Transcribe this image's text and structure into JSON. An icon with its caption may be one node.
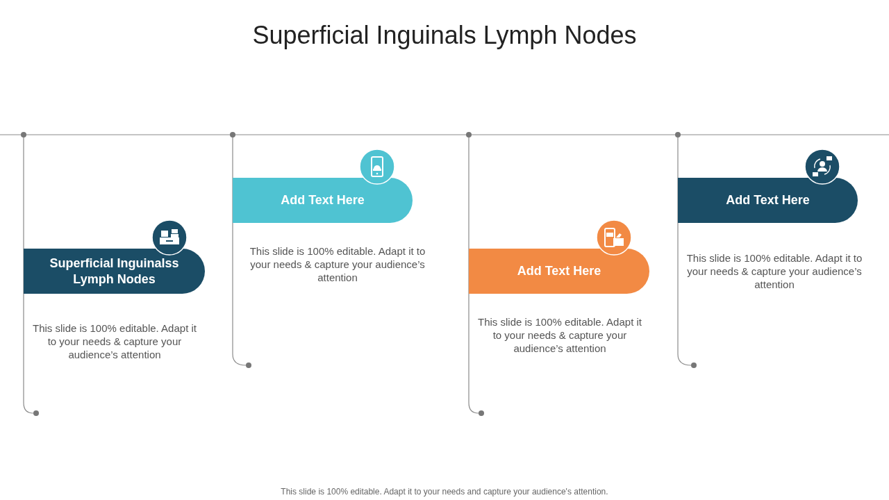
{
  "diagram": {
    "title": "Superficial Inguinals Lymph Nodes",
    "nodes": [
      {
        "text": [
          "Superficial Inguinalss Lymph Nodes"
        ],
        "beside": [
          "This slide is 100% editable. Adapt it to your needs & capture your audience’s attention"
        ]
      },
      {
        "text": [
          "Add Text Here"
        ],
        "beside": [
          "This slide is 100% editable. Adapt it to your needs & capture your audience’s attention"
        ]
      },
      {
        "text": [
          "Add Text Here"
        ],
        "beside": [
          "This slide is 100% editable. Adapt it to your needs & capture your audience’s attention"
        ]
      },
      {
        "text": [
          "Add Text Here"
        ],
        "beside": [
          "This slide is 100% editable. Adapt it to your needs & capture your audience’s attention"
        ]
      }
    ],
    "edges": [],
    "caption": "This slide is 100% editable. Adapt it to your needs and capture your audience's attention."
  }
}
